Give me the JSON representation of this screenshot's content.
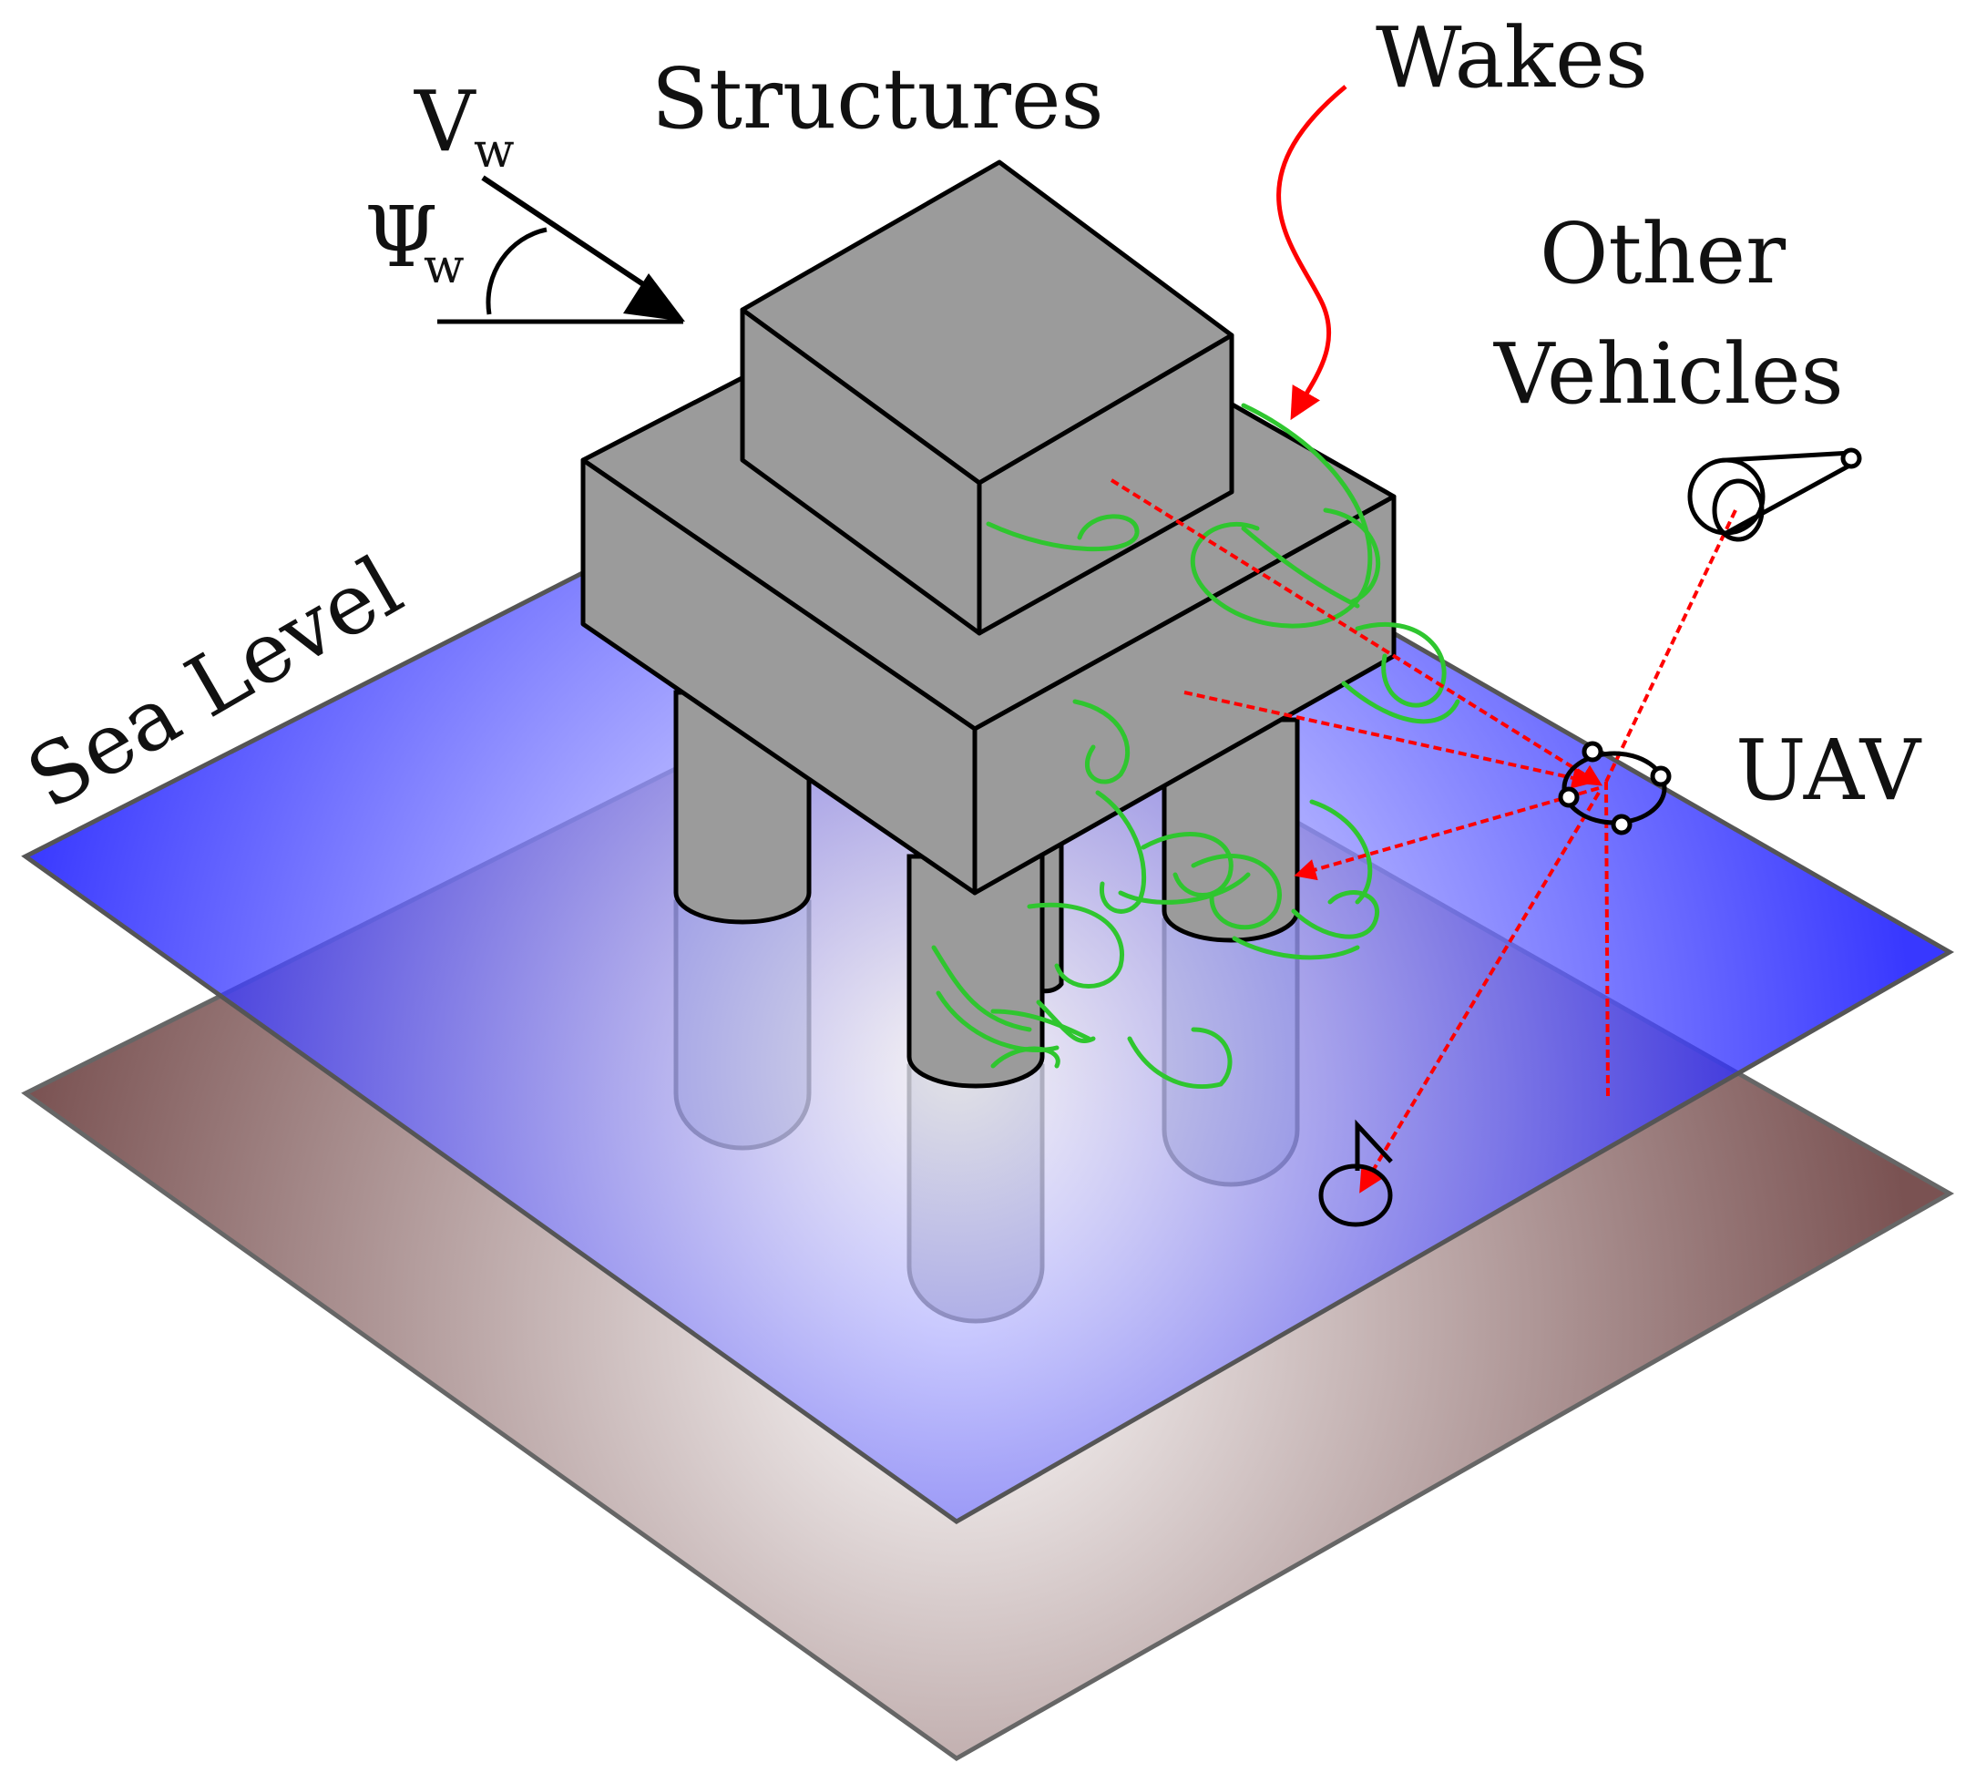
{
  "labels": {
    "structures": "Structures",
    "wakes": "Wakes",
    "other_vehicles_line1": "Other",
    "other_vehicles_line2": "Vehicles",
    "sea_level": "Sea Level",
    "uav": "UAV",
    "wind_speed_symbol": "V",
    "wind_speed_subscript": "w",
    "wind_angle_symbol": "Ψ",
    "wind_angle_subscript": "w"
  },
  "colors": {
    "structure_fill": "#9b9b9b",
    "water_edge": "#0000ff",
    "water_center": "#ffffff",
    "seabed_edge": "#7a5252",
    "seabed_center": "#ffffff",
    "wake_curves": "#2fc62f",
    "sensor_rays": "#ff0000",
    "outline": "#000000"
  },
  "icons": {
    "uav": "quadrotor-icon",
    "other_vehicle_aerial": "fixed-wing-icon",
    "other_vehicle_surface": "boat-icon",
    "wind_direction": "arrow-icon"
  }
}
